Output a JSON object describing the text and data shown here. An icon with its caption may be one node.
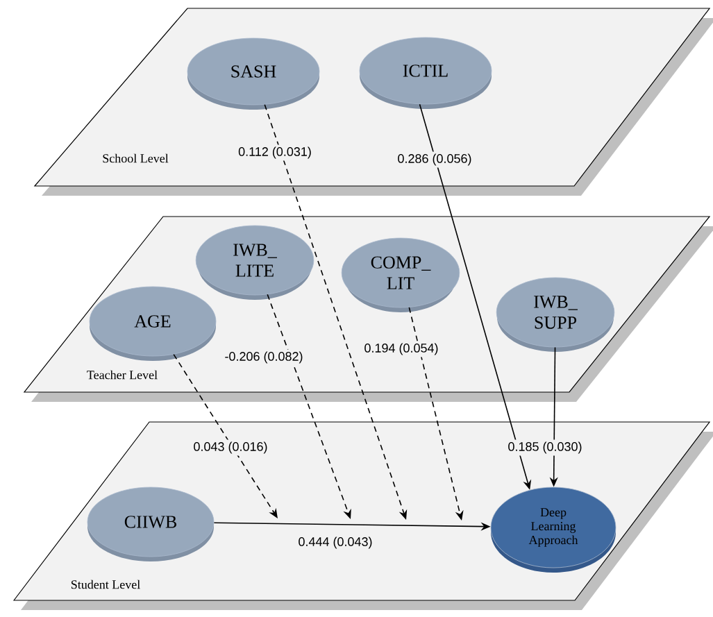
{
  "diagram": {
    "nodes": [
      {
        "text": [
          "School Level"
        ]
      },
      {
        "text": [
          "SASH"
        ],
        "in": 0
      },
      {
        "text": [
          "ICTIL"
        ],
        "in": 0
      },
      {
        "text": [
          "Teacher Level"
        ]
      },
      {
        "text": [
          "IWB_ LITE"
        ],
        "in": 3
      },
      {
        "text": [
          "COMP_ LIT"
        ],
        "in": 3
      },
      {
        "text": [
          "AGE"
        ],
        "in": 3
      },
      {
        "text": [
          "IWB_ SUPP"
        ],
        "in": 3
      },
      {
        "text": [
          "Student Level"
        ]
      },
      {
        "text": [
          "CIIWB"
        ],
        "in": 8
      },
      {
        "text": [
          "Deep Learning Approach"
        ],
        "in": 8
      }
    ],
    "edges": [
      {
        "from": 1,
        "to": null,
        "arrow": "to",
        "label": "0.112 (0.031)",
        "style": "dashed"
      },
      {
        "from": 2,
        "to": 10,
        "arrow": "to",
        "label": "0.286 (0.056)"
      },
      {
        "from": 4,
        "to": null,
        "arrow": "to",
        "label": "-0.206 (0.082)",
        "style": "dashed"
      },
      {
        "from": 5,
        "to": null,
        "arrow": "to",
        "label": "0.194 (0.054)",
        "style": "dashed"
      },
      {
        "from": 6,
        "to": null,
        "arrow": "to",
        "label": "0.043 (0.016)",
        "style": "dashed"
      },
      {
        "from": 7,
        "to": 10,
        "arrow": "to",
        "label": "0.185 (0.030)"
      },
      {
        "from": 9,
        "to": 10,
        "arrow": "to",
        "label": "0.444 (0.043)"
      }
    ]
  }
}
